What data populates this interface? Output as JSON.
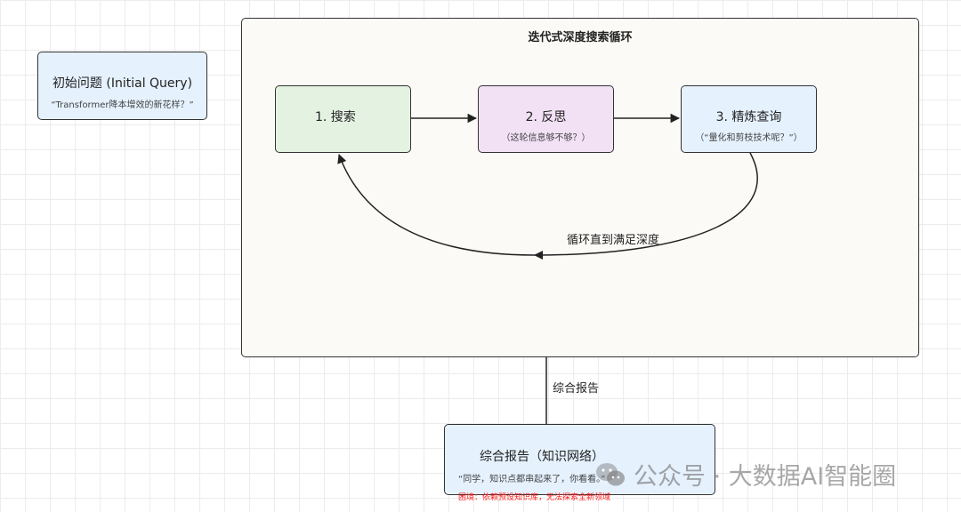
{
  "frame": {
    "title": "迭代式深度搜索循环"
  },
  "initial": {
    "title": "初始问题 (Initial Query)",
    "subtitle": "“Transformer降本增效的新花样？”"
  },
  "nodes": {
    "search": {
      "title": "1. 搜索"
    },
    "reflect": {
      "title": "2. 反思",
      "subtitle": "（这轮信息够不够？）"
    },
    "refine": {
      "title": "3. 精炼查询",
      "subtitle": "（“量化和剪枝技术呢？”）"
    }
  },
  "edges": {
    "loop_label": "循环直到满足深度",
    "report_label": "综合报告"
  },
  "report": {
    "title": "综合报告（知识网络）",
    "subtitle": "“同学，知识点都串起来了，你看看。”",
    "warning": "困境：依赖预设知识库，无法探索全新领域"
  },
  "watermark": {
    "text": "公众号 · 大数据AI智能圈",
    "icon": "wechat-icon"
  },
  "colors": {
    "search_fill": "#e3f2e1",
    "reflect_fill": "#f2e0f5",
    "refine_fill": "#e5f1fd",
    "report_fill": "#e5f1fd",
    "warning_text": "#ff1a1a"
  }
}
